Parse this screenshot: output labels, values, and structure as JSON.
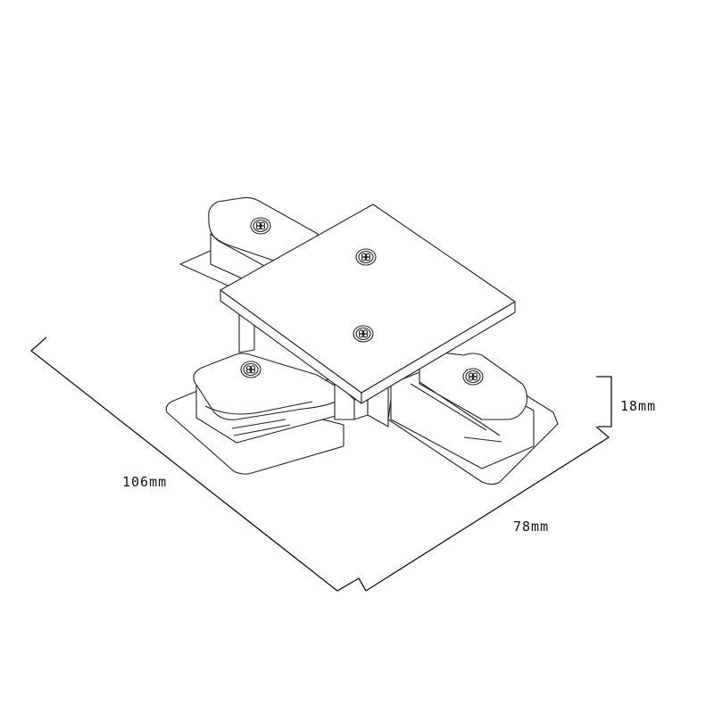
{
  "dimensions": {
    "length": "106mm",
    "width": "78mm",
    "height": "18mm"
  },
  "colors": {
    "line": "#222222",
    "background": "#ffffff"
  }
}
